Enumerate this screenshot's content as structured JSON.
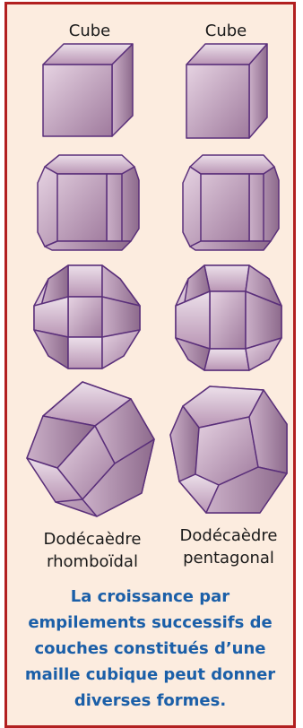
{
  "labels": {
    "top_left": "Cube",
    "top_right": "Cube",
    "bottom_left_line1": "Dodécaèdre",
    "bottom_left_line2": "rhomboïdal",
    "bottom_right_line1": "Dodécaèdre",
    "bottom_right_line2": "pentagonal"
  },
  "caption": {
    "lines": [
      "La croissance par",
      "empilements successifs de",
      "couches constitués d’une",
      "maille cubique peut donner",
      "diverses formes."
    ]
  },
  "colors": {
    "frame_border": "#b22020",
    "background": "#fcecdf",
    "caption_text": "#1b5fa8",
    "crystal_face": "#c8a3bf",
    "crystal_edge": "#5a2f7a"
  }
}
